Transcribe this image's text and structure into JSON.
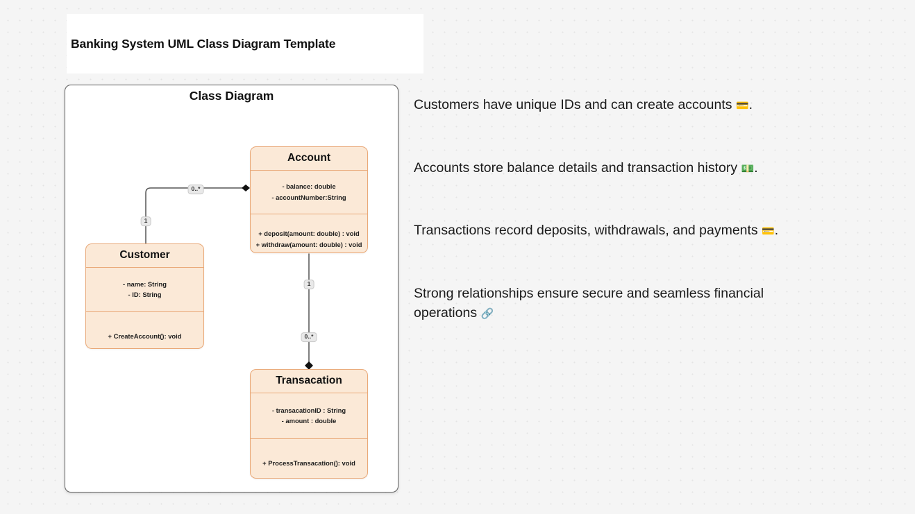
{
  "title": "Banking System UML Class Diagram Template",
  "canvas": {
    "heading": "Class Diagram"
  },
  "classes": [
    {
      "id": "account",
      "name": "Account",
      "attributes": [
        "- balance: double",
        "- accountNumber:String"
      ],
      "methods": [
        "+ deposit(amount: double) : void",
        "+ withdraw(amount: double) : void"
      ]
    },
    {
      "id": "customer",
      "name": "Customer",
      "attributes": [
        "- name: String",
        "- ID: String"
      ],
      "methods": [
        "+ CreateAccount(): void"
      ]
    },
    {
      "id": "transacation",
      "name": "Transacation",
      "attributes": [
        "- transacationID : String",
        "- amount : double"
      ],
      "methods": [
        "+ ProcessTransacation(): void"
      ]
    }
  ],
  "multiplicities": {
    "customer_to_account_many": "0..*",
    "customer_end_one": "1",
    "account_end_one": "1",
    "transacation_end_many": "0..*"
  },
  "notes": [
    {
      "text": "Customers have unique IDs and can create accounts ",
      "emoji": "💳",
      "suffix": "."
    },
    {
      "text": "Accounts store balance details and transaction history ",
      "emoji": "💵",
      "suffix": "."
    },
    {
      "text": "Transactions record deposits, withdrawals, and payments ",
      "emoji": "💳",
      "suffix": "."
    },
    {
      "text": "Strong relationships ensure secure and seamless financial operations ",
      "emoji": "🔗",
      "suffix": ""
    }
  ],
  "colors": {
    "background": "#f5f5f5",
    "class_fill": "#fbe9d7",
    "class_border": "#e9a877",
    "canvas_border": "#5c5c5c",
    "connector": "#555555"
  }
}
